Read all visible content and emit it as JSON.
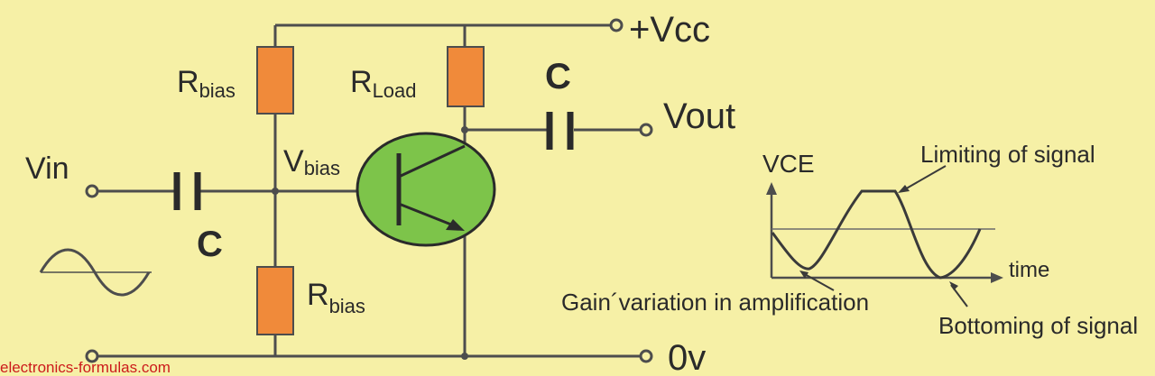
{
  "labels": {
    "vcc": "+Vcc",
    "vout": "Vout",
    "vin": "Vin",
    "zero_v": "0v",
    "c_input": "C",
    "c_output": "C",
    "r_bias_top": {
      "main": "R",
      "sub": "bias"
    },
    "r_bias_bottom": {
      "main": "R",
      "sub": "bias"
    },
    "r_load": {
      "main": "R",
      "sub": "Load"
    },
    "v_bias": {
      "main": "V",
      "sub": "bias"
    }
  },
  "waveform": {
    "y_label": "VCE",
    "x_label": "time",
    "annotation_top": "Limiting of signal",
    "annotation_bottom_left": "Gain´variation in amplification",
    "annotation_bottom_right": "Bottoming of signal"
  },
  "watermark": "electronics-formulas.com",
  "colors": {
    "background": "#f6f0a6",
    "resistor": "#f08a3a",
    "transistor": "#7dc44a",
    "wire": "#4d4d4d"
  }
}
